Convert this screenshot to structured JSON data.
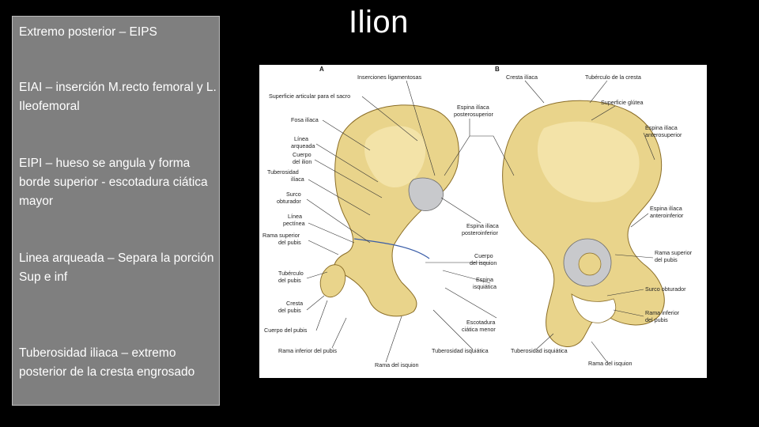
{
  "slide": {
    "title": "Ilion",
    "bullets": [
      "Extremo posterior – EIPS",
      "EIAI – inserción M.recto femoral y L. Ileofemoral",
      "EIPI – hueso se angula y forma borde superior - escotadura ciática mayor",
      "Linea arqueada – Separa la porción Sup e inf",
      "Tuberosidad iliaca – extremo posterior de la cresta engrosado"
    ]
  },
  "figure": {
    "panel_a": "A",
    "panel_b": "B",
    "labels_left": {
      "l1": "Superficie articular para el sacro",
      "l2": "Fosa ilíaca",
      "l3a": "Línea",
      "l3b": "arqueada",
      "l4a": "Cuerpo",
      "l4b": "del ilion",
      "l5a": "Tuberosidad",
      "l5b": "ilíaca",
      "l6a": "Surco",
      "l6b": "obturador",
      "l7a": "Línea",
      "l7b": "pectínea",
      "l8a": "Rama superior",
      "l8b": "del pubis",
      "l9a": "Tubérculo",
      "l9b": "del pubis",
      "l10a": "Cresta",
      "l10b": "del pubis",
      "l11": "Cuerpo del pubis",
      "l12": "Rama inferior del pubis",
      "l13": "Rama del isquion"
    },
    "labels_top": {
      "t1": "Inserciones ligamentosas",
      "t2": "Cresta ilíaca",
      "t3": "Tubérculo de la cresta"
    },
    "labels_center": {
      "c1a": "Espina ilíaca",
      "c1b": "posterosuperior",
      "c2a": "Espina ilíaca",
      "c2b": "posteroinferior",
      "c3a": "Cuerpo",
      "c3b": "del isquion",
      "c4a": "Espina",
      "c4b": "isquiática",
      "c5a": "Escotadura",
      "c5b": "ciática menor",
      "c6": "Tuberosidad isquiática",
      "c7": "Tuberosidad isquiática"
    },
    "labels_right": {
      "r1": "Superficie glútea",
      "r2a": "Espina ilíaca",
      "r2b": "anterosuperior",
      "r3a": "Espina ilíaca",
      "r3b": "anteroinferior",
      "r4a": "Rama superior",
      "r4b": "del pubis",
      "r5": "Surco obturador",
      "r6a": "Rama inferior",
      "r6b": "del pubis",
      "r7": "Rama del isquion"
    },
    "colors": {
      "bone": "#e9d48b",
      "bone_shade": "#c9a94e",
      "bone_edge": "#8a6d27",
      "cartilage": "#c8c9cc",
      "line_blue": "#3a5da8"
    }
  }
}
